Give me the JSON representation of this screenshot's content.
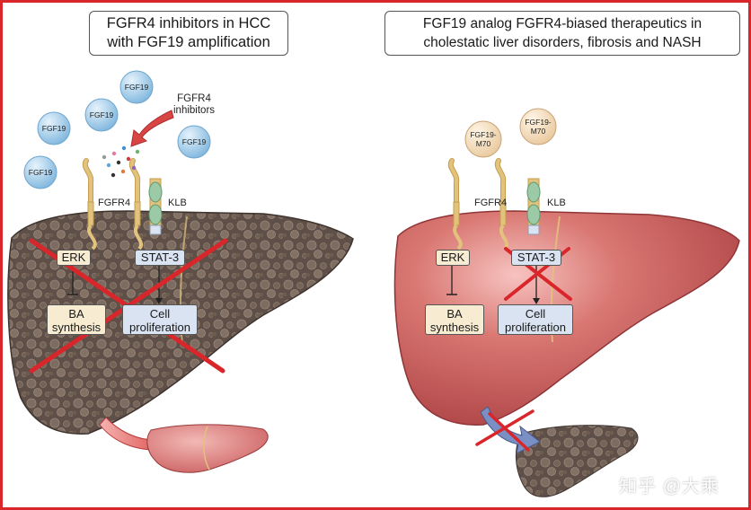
{
  "left_panel": {
    "title_line1": "FGFR4 inhibitors in HCC",
    "title_line2": "with FGF19 amplification",
    "fgf19_label": "FGF19",
    "inhibitor_label_line1": "FGFR4",
    "inhibitor_label_line2": "inhibitors",
    "receptor_label": "FGFR4",
    "coreceptor_label": "KLB",
    "erk_label": "ERK",
    "stat3_label": "STAT-3",
    "ba_line1": "BA",
    "ba_line2": "synthesis",
    "cell_line1": "Cell",
    "cell_line2": "proliferation"
  },
  "right_panel": {
    "title_line1": "FGF19 analog FGFR4-biased therapeutics in",
    "title_line2": "cholestatic liver disorders, fibrosis and NASH",
    "analog_line1": "FGF19-",
    "analog_line2": "M70",
    "receptor_label": "FGFR4",
    "coreceptor_label": "KLB",
    "erk_label": "ERK",
    "stat3_label": "STAT-3",
    "ba_line1": "BA",
    "ba_line2": "synthesis",
    "cell_line1": "Cell",
    "cell_line2": "proliferation"
  },
  "watermark": "知乎 @大乘",
  "colors": {
    "frame": "#d9262b",
    "diseased_liver": "#5e4f48",
    "healthy_liver": "#c9595b",
    "cross": "#d9262b",
    "ligand": "#9fcbe8",
    "analog": "#f3dcc0",
    "receptor": "#e2c37d",
    "klb": "#9dcaa6",
    "stat_box": "#d9e3f1",
    "ba_box": "#f7ecd1"
  }
}
